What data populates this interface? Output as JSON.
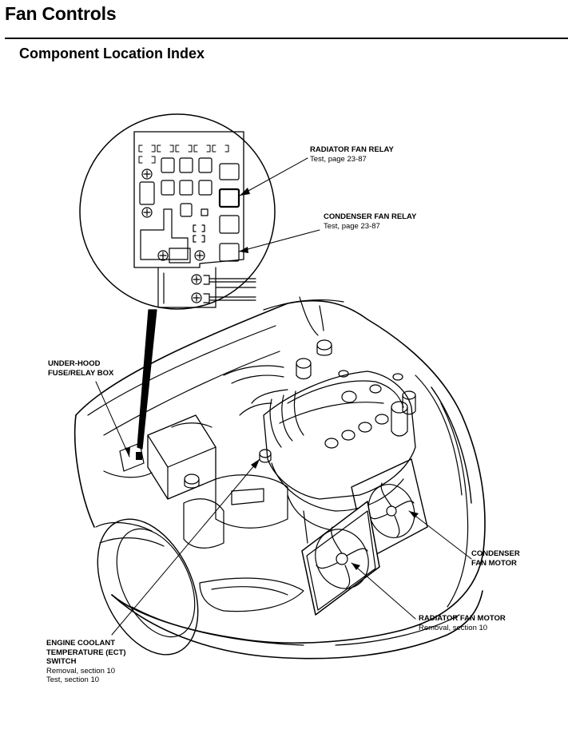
{
  "header": {
    "title": "Fan Controls",
    "subtitle": "Component Location Index"
  },
  "callouts": {
    "radiator_fan_relay": {
      "name": "RADIATOR FAN RELAY",
      "detail": "Test, page 23-87"
    },
    "condenser_fan_relay": {
      "name": "CONDENSER FAN RELAY",
      "detail": "Test, page 23-87"
    },
    "under_hood_box": {
      "line1": "UNDER-HOOD",
      "line2": "FUSE/RELAY BOX"
    },
    "condenser_fan_motor": {
      "line1": "CONDENSER",
      "line2": "FAN MOTOR"
    },
    "radiator_fan_motor": {
      "name": "RADIATOR FAN MOTOR",
      "detail": "Removal, section 10"
    },
    "ect_switch": {
      "line1": "ENGINE COOLANT",
      "line2": "TEMPERATURE (ECT)",
      "line3": "SWITCH",
      "detail1": "Removal, section 10",
      "detail2": "Test, section 10"
    }
  }
}
